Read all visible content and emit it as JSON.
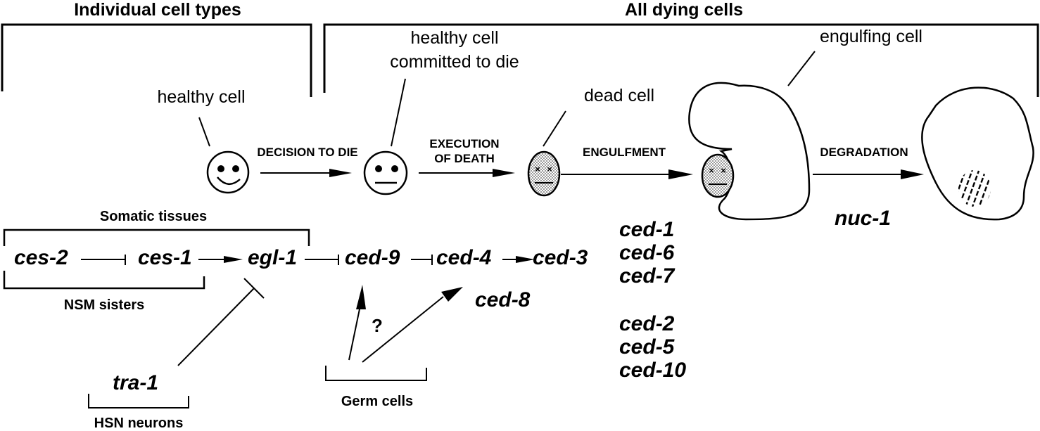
{
  "headers": {
    "individual": "Individual cell types",
    "all_dying": "All dying cells"
  },
  "cell_labels": {
    "healthy": "healthy cell",
    "committed_line1": "healthy cell",
    "committed_line2": "committed to die",
    "dead": "dead cell",
    "engulfing": "engulfing cell"
  },
  "steps": {
    "decision": "DECISION TO DIE",
    "execution_line1": "EXECUTION",
    "execution_line2": "OF DEATH",
    "engulfment": "ENGULFMENT",
    "degradation": "DEGRADATION"
  },
  "pathway": {
    "ces2": "ces-2",
    "ces1": "ces-1",
    "egl1": "egl-1",
    "ced9": "ced-9",
    "ced4": "ced-4",
    "ced3": "ced-3",
    "ced8": "ced-8",
    "tra1": "tra-1",
    "question": "?"
  },
  "engulfment_genes": {
    "group1": [
      "ced-1",
      "ced-6",
      "ced-7"
    ],
    "group2": [
      "ced-2",
      "ced-5",
      "ced-10"
    ]
  },
  "degradation_gene": "nuc-1",
  "tissues": {
    "somatic": "Somatic tissues",
    "nsm": "NSM sisters",
    "hsn": "HSN neurons",
    "germ": "Germ cells"
  }
}
